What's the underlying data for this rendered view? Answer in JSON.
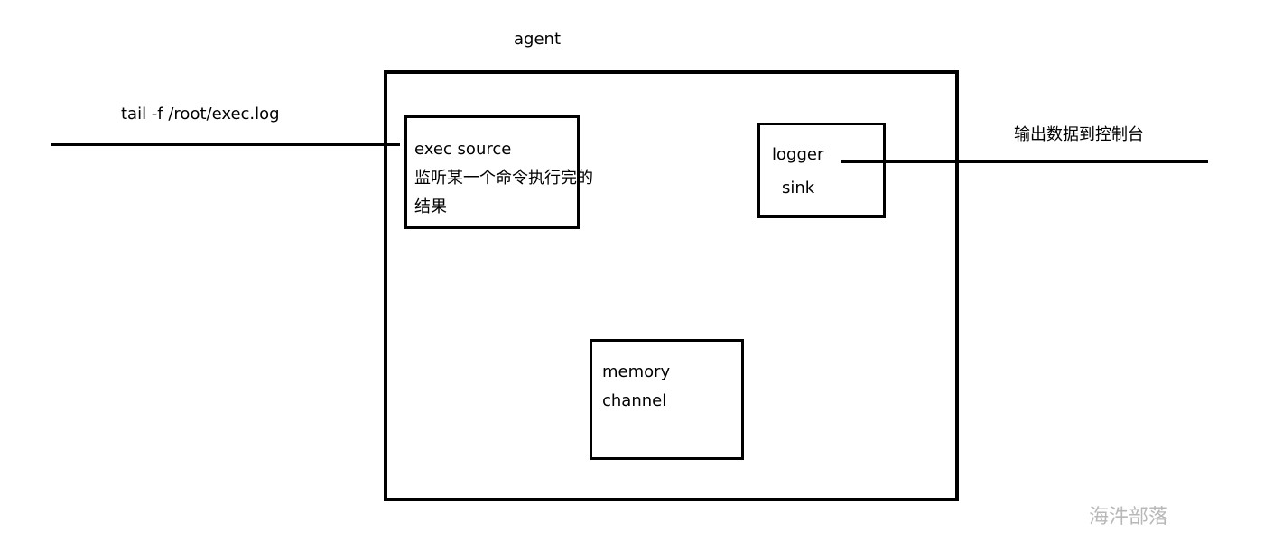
{
  "diagram": {
    "agent_label": "agent",
    "input_command": "tail -f /root/exec.log",
    "source": {
      "line1": "exec source",
      "line2": "监听某一个命令执行完的",
      "line3": "结果"
    },
    "sink": {
      "line1": "logger",
      "line2": "sink"
    },
    "channel": {
      "line1": "memory",
      "line2": "channel"
    },
    "output_label": "输出数据到控制台"
  },
  "watermark": "海汼部落",
  "colors": {
    "stroke": "#000000",
    "background": "#ffffff",
    "watermark": "#b8b8b8"
  }
}
